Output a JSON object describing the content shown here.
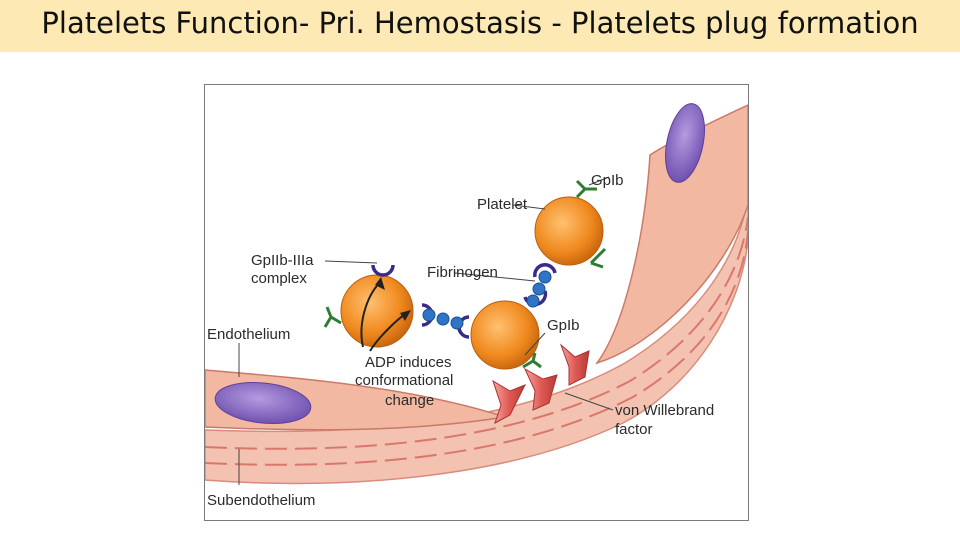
{
  "slide": {
    "title": "Platelets Function- Pri. Hemostasis - Platelets plug formation"
  },
  "diagram": {
    "labels": {
      "platelet": "Platelet",
      "gpib_top": "GpIb",
      "gpiib_line1": "GpIIb-IIIa",
      "gpiib_line2": "complex",
      "fibrinogen": "Fibrinogen",
      "endothelium": "Endothelium",
      "gpib_mid": "GpIb",
      "adp_line1": "ADP induces",
      "adp_line2": "conformational",
      "adp_line3": "change",
      "vwf_line1": "von Willebrand",
      "vwf_line2": "factor",
      "subendothelium": "Subendothelium"
    },
    "colors": {
      "title_background": "#fce9b3",
      "vessel_wall": "#f2b8a2",
      "wall_stripe": "#d9776a",
      "nucleus": "#8a69c4",
      "platelet": "#f08a1f",
      "fibrinogen": "#2f74c6",
      "vwf": "#d9534f",
      "receptor": "#2e7d32"
    }
  }
}
